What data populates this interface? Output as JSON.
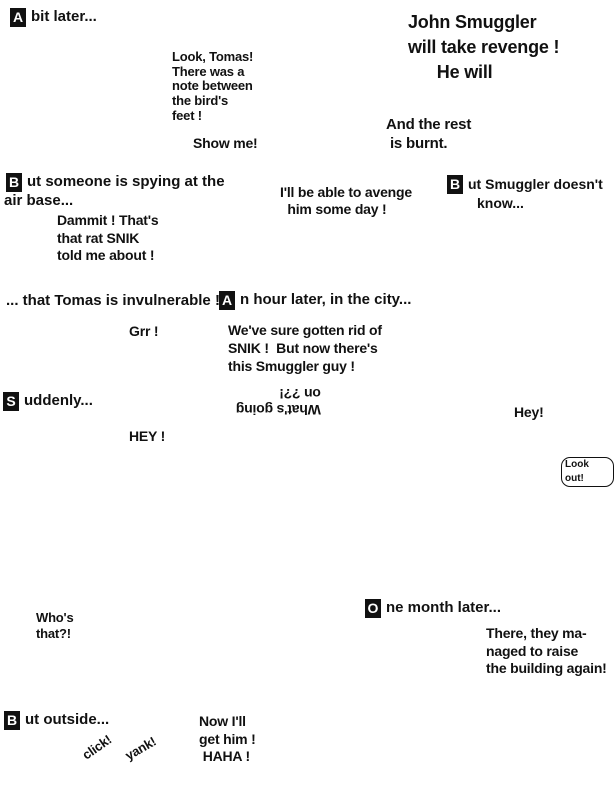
{
  "captions": {
    "a_bit_later": {
      "letter": "A",
      "rest": "bit later..."
    },
    "but_spying": {
      "letter": "B",
      "rest": "ut someone is spying at the",
      "line2": "air base..."
    },
    "but_smuggler": {
      "letter": "B",
      "rest": "ut Smuggler doesn't",
      "line2": "know..."
    },
    "invulnerable": {
      "text": "... that Tomas is invulnerable !"
    },
    "an_hour_later": {
      "letter": "A",
      "rest": "n hour later, in the city..."
    },
    "suddenly": {
      "letter": "S",
      "rest": "uddenly..."
    },
    "one_month_later": {
      "letter": "O",
      "rest": "ne month later..."
    },
    "but_outside": {
      "letter": "B",
      "rest": "ut outside..."
    }
  },
  "dialogue": {
    "revenge": "John Smuggler\nwill take revenge !\n      He will",
    "note": "Look, Tomas!\nThere was a\nnote between\nthe bird's\nfeet !",
    "show_me": "Show me!",
    "burnt": "And the rest\n is burnt.",
    "avenge": "I'll be able to avenge\n  him some day !",
    "snik": "Dammit ! That's\nthat rat SNIK\ntold me about !",
    "grr": "Grr !",
    "rid": "We've sure gotten rid of\nSNIK !  But now there's\nthis Smuggler guy !",
    "whats_going": "What's going\non ??!",
    "hey": "Hey!",
    "hey_caps": "HEY !",
    "look_out": "Look out!",
    "whos_that": "Who's\nthat?!",
    "raise": "There, they ma-\nnaged to raise\nthe building again!",
    "now_ill": "Now I'll\nget him !\n HAHA !"
  },
  "sfx": {
    "click": "click!",
    "yank": "yank!"
  }
}
